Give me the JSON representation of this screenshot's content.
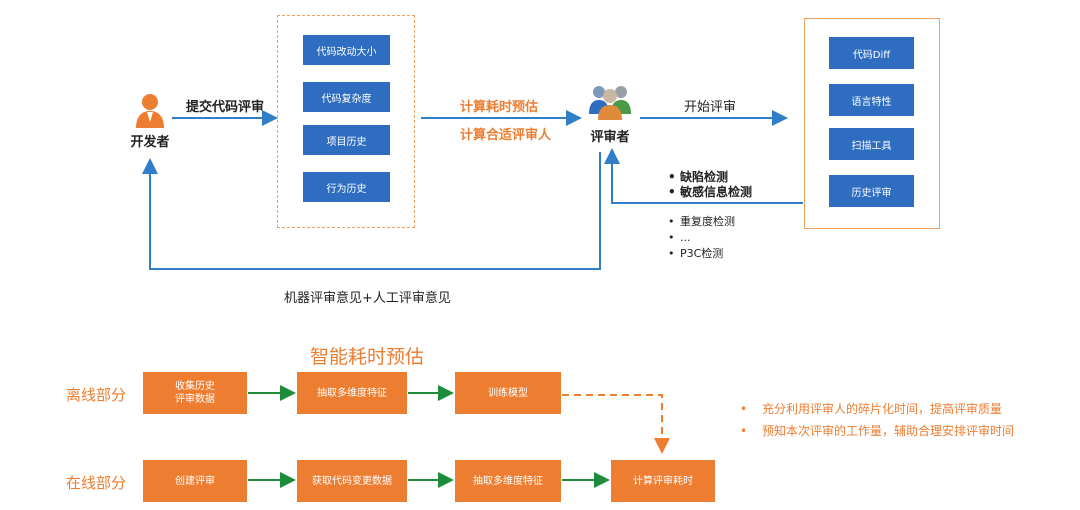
{
  "flow": {
    "developer_label": "开发者",
    "submit_label": "提交代码评审",
    "factors": [
      "代码改动大小",
      "代码复杂度",
      "项目历史",
      "行为历史"
    ],
    "estimate_label": "计算耗时预估",
    "recommend_label": "计算合适评审人",
    "reviewer_label": "评审者",
    "start_review_label": "开始评审",
    "tools": [
      "代码Diff",
      "语言特性",
      "扫描工具",
      "历史评审"
    ],
    "feedback_items": [
      "缺陷检测",
      "敏感信息检测"
    ],
    "feedback_items_more": [
      "重复度检测",
      "...",
      "P3C检测"
    ],
    "opinion_label": "机器评审意见+人工评审意见"
  },
  "estimate": {
    "title": "智能耗时预估",
    "offline_label": "离线部分",
    "online_label": "在线部分",
    "offline_steps": [
      "收集历史\n评审数据",
      "抽取多维度特征",
      "训练模型"
    ],
    "online_steps": [
      "创建评审",
      "获取代码变更数据",
      "抽取多维度特征",
      "计算评审耗时"
    ],
    "benefits": [
      "充分利用评审人的碎片化时间，提高评审质量",
      "预知本次评审的工作量，辅助合理安排评审时间"
    ]
  },
  "colors": {
    "blue": "#2f6dc1",
    "orange": "#ed7d31",
    "green": "#1e8c3a",
    "line_blue": "#2f7ec8"
  }
}
